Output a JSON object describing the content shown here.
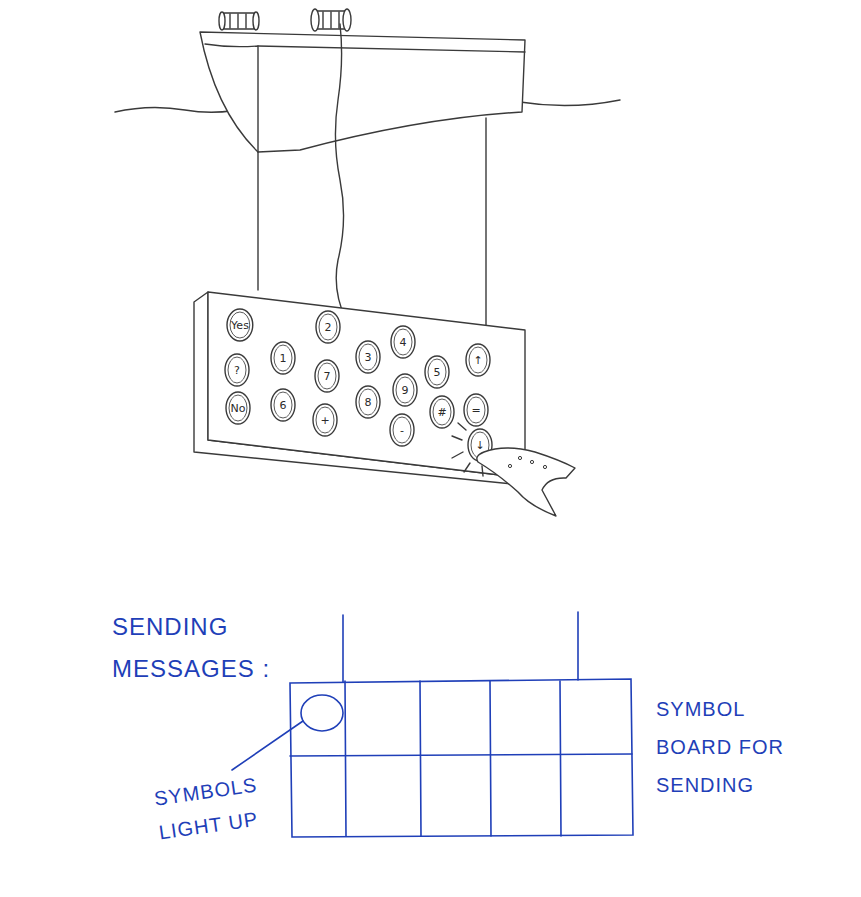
{
  "diagram": {
    "nodes": [
      {
        "text": [
          "Yes"
        ]
      },
      {
        "text": [
          "?"
        ]
      },
      {
        "text": [
          "No"
        ]
      },
      {
        "text": [
          "1"
        ]
      },
      {
        "text": [
          "6"
        ]
      },
      {
        "text": [
          "2"
        ]
      },
      {
        "text": [
          "7"
        ]
      },
      {
        "text": [
          "+"
        ]
      },
      {
        "text": [
          "3"
        ]
      },
      {
        "text": [
          "8"
        ]
      },
      {
        "text": [
          "4"
        ]
      },
      {
        "text": [
          "9"
        ]
      },
      {
        "text": [
          "-"
        ]
      },
      {
        "text": [
          "5"
        ]
      },
      {
        "text": [
          "#"
        ]
      },
      {
        "text": [
          "↑"
        ]
      },
      {
        "text": [
          "="
        ]
      },
      {
        "text": [
          "↓"
        ]
      }
    ],
    "labels": [
      "SENDING MESSAGES :",
      "SYMBOLS LIGHT UP",
      "SYMBOL BOARD FOR SENDING"
    ]
  }
}
